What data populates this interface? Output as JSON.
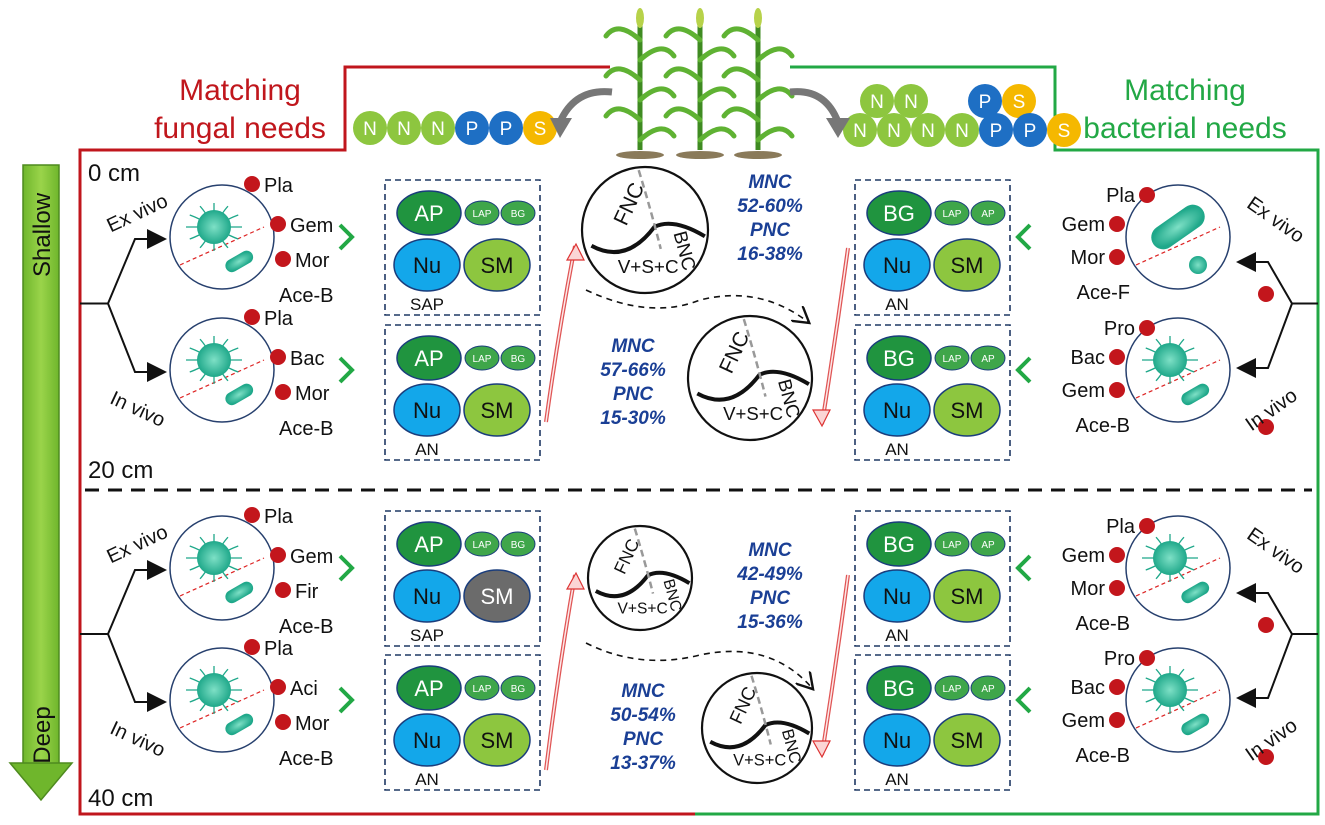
{
  "header": {
    "left_title_1": "Matching",
    "left_title_2": "fungal needs",
    "right_title_1": "Matching",
    "right_title_2": "bacterial needs",
    "left_color": "#c0161c",
    "right_color": "#22a845"
  },
  "nutrient_balls": {
    "left": [
      "N",
      "N",
      "N",
      "P",
      "P",
      "S"
    ],
    "right_top": [
      "N",
      "N",
      "P",
      "S"
    ],
    "right_bottom": [
      "N",
      "N",
      "N",
      "N",
      "P",
      "P",
      "S"
    ],
    "n_color": "#8dc63f",
    "p_color": "#1e6fc4",
    "s_color": "#f5b800"
  },
  "depth": {
    "shallow": "Shallow",
    "deep": "Deep",
    "d0": "0 cm",
    "d20": "20 cm",
    "d40": "40 cm"
  },
  "conditions": {
    "ex": "Ex vivo",
    "in": "In vivo"
  },
  "enzymes": {
    "ap": "AP",
    "bg": "BG",
    "lap": "LAP",
    "nu": "Nu",
    "sm": "SM"
  },
  "formula": {
    "fnc": "FNC",
    "bnc": "BNC",
    "vsc": "V+S+C"
  },
  "left_panels": [
    {
      "taxa": [
        "Pla",
        "Gem",
        "Mor",
        "Ace-B"
      ],
      "group": "SAP",
      "sm_gray": false
    },
    {
      "taxa": [
        "Pla",
        "Bac",
        "Mor",
        "Ace-B"
      ],
      "group": "AN",
      "sm_gray": false
    },
    {
      "taxa": [
        "Pla",
        "Gem",
        "Fir",
        "Ace-B"
      ],
      "group": "SAP",
      "sm_gray": true
    },
    {
      "taxa": [
        "Pla",
        "Aci",
        "Mor",
        "Ace-B"
      ],
      "group": "AN",
      "sm_gray": false
    }
  ],
  "right_panels": [
    {
      "taxa": [
        "Pla",
        "Gem",
        "Mor",
        "Ace-F"
      ],
      "group": "AN"
    },
    {
      "taxa": [
        "Pro",
        "Bac",
        "Gem",
        "Ace-B"
      ],
      "group": "AN"
    },
    {
      "taxa": [
        "Pla",
        "Gem",
        "Mor",
        "Ace-B"
      ],
      "group": "AN"
    },
    {
      "taxa": [
        "Pro",
        "Bac",
        "Gem",
        "Ace-B"
      ],
      "group": "AN"
    }
  ],
  "percentages": {
    "top_right": [
      "MNC",
      "52-60%",
      "PNC",
      "16-38%"
    ],
    "top_left": [
      "MNC",
      "57-66%",
      "PNC",
      "15-30%"
    ],
    "bottom_right": [
      "MNC",
      "42-49%",
      "PNC",
      "15-36%"
    ],
    "bottom_left": [
      "MNC",
      "50-54%",
      "PNC",
      "13-37%"
    ]
  }
}
